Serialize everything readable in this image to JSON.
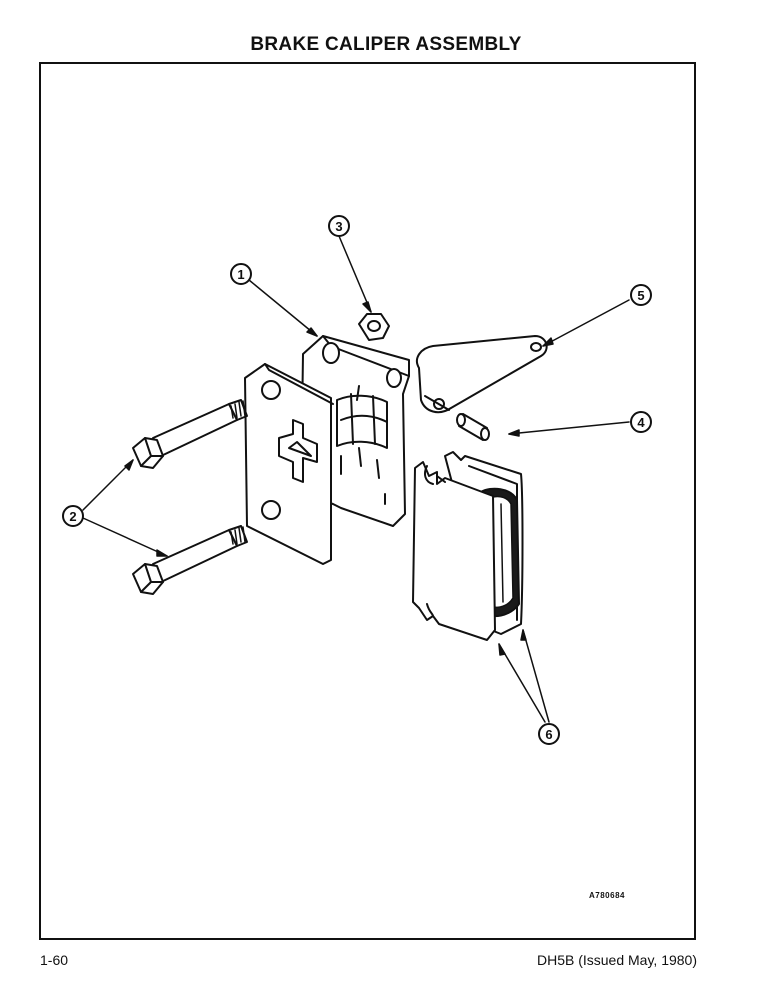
{
  "page": {
    "title": "BRAKE CALIPER ASSEMBLY",
    "page_number": "1-60",
    "doc_ref": "DH5B (Issued May, 1980)",
    "figure_id": "A780684"
  },
  "callouts": [
    {
      "num": "1",
      "part": "caliper-body"
    },
    {
      "num": "2",
      "part": "mounting-bolts"
    },
    {
      "num": "3",
      "part": "nut"
    },
    {
      "num": "4",
      "part": "pin"
    },
    {
      "num": "5",
      "part": "link-plate"
    },
    {
      "num": "6",
      "part": "brake-pads"
    }
  ]
}
